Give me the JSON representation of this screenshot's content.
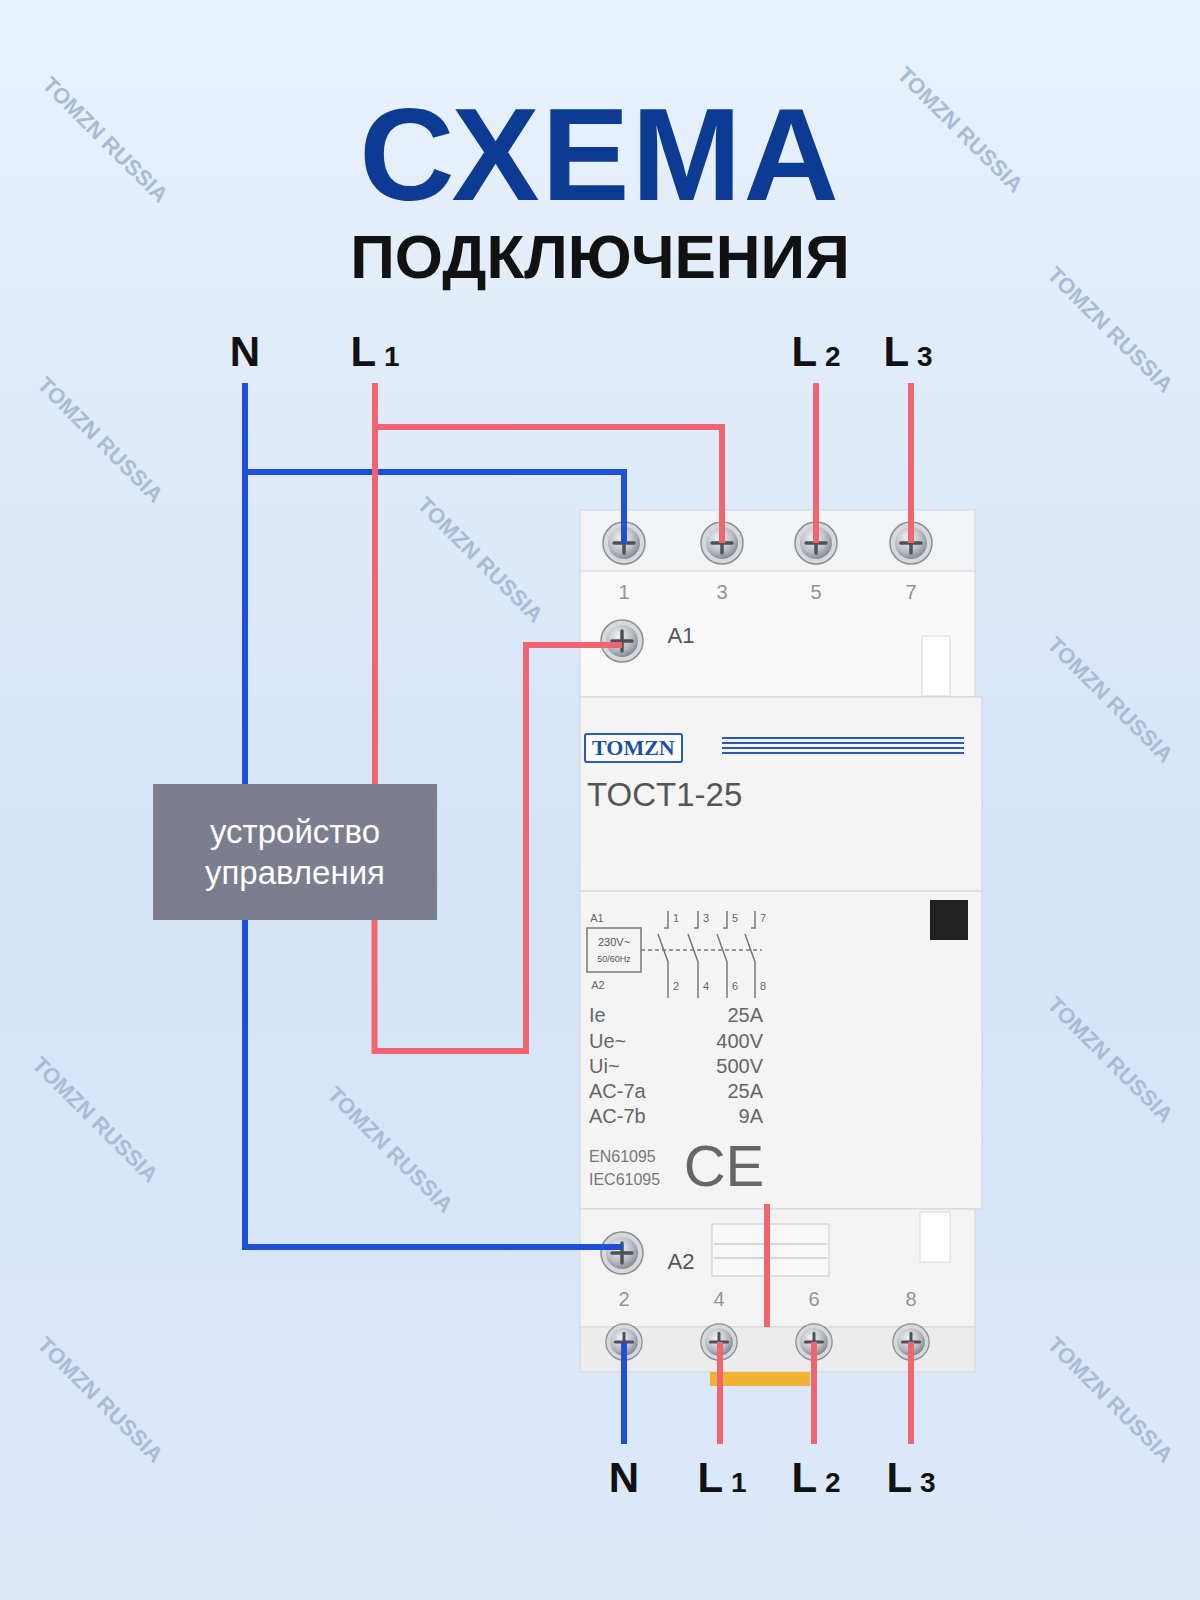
{
  "diagram": {
    "title": "СХЕМА",
    "nodes": [
      {
        "text": [
          "устройство управления"
        ]
      },
      {
        "text": [
          "TOMZN",
          "TOCT1-25"
        ]
      }
    ],
    "edges": [
      {
        "from": 0,
        "to": 1,
        "arrow": "none"
      }
    ],
    "labels": [
      "ПОДКЛЮЧЕНИЯ",
      "N",
      "L1",
      "L2",
      "L3",
      "1",
      "3",
      "5",
      "7",
      "A1",
      "A1",
      "1",
      "3",
      "5",
      "7",
      "230V~",
      "50/60Hz",
      "A2",
      "2",
      "4",
      "6",
      "8",
      "Ie",
      "25A",
      "Ue~",
      "400V",
      "Ui~",
      "500V",
      "AC-7a",
      "25A",
      "AC-7b",
      "9A",
      "EN61095",
      "IEC61095",
      "CE",
      "A2",
      "2",
      "4",
      "6",
      "8",
      "N",
      "L1",
      "L2",
      "L3",
      "TOMZN RUSSIA",
      "TOMZN RUSSIA",
      "TOMZN RUSSIA",
      "TOMZN RUSSIA",
      "TOMZN RUSSIA",
      "TOMZN RUSSIA",
      "TOMZN RUSSIA",
      "TOMZN RUSSIA",
      "TOMZN RUSSIA",
      "TOMZN RUSSIA",
      "TOMZN RUSSIA"
    ]
  }
}
